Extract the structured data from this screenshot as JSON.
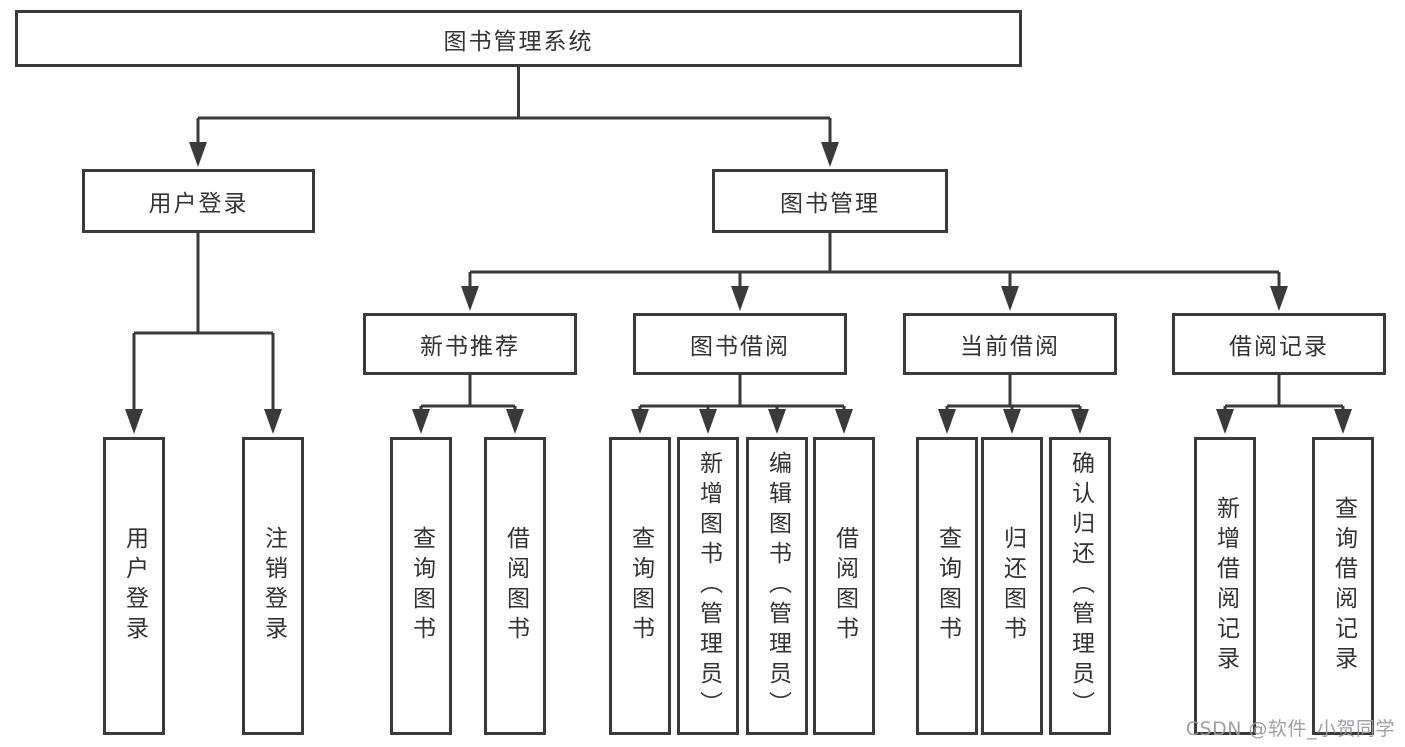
{
  "root": {
    "label": "图书管理系统"
  },
  "level2": [
    {
      "label": "用户登录"
    },
    {
      "label": "图书管理"
    }
  ],
  "level3": [
    {
      "label": "新书推荐"
    },
    {
      "label": "图书借阅"
    },
    {
      "label": "当前借阅"
    },
    {
      "label": "借阅记录"
    }
  ],
  "leaves": {
    "user_login": [
      {
        "label": "用户登录"
      },
      {
        "label": "注销登录"
      }
    ],
    "new_book_recommend": [
      {
        "label": "查询图书"
      },
      {
        "label": "借阅图书"
      }
    ],
    "book_borrowing": [
      {
        "label": "查询图书"
      },
      {
        "label": "新增图书（管理员）"
      },
      {
        "label": "编辑图书（管理员）"
      },
      {
        "label": "借阅图书"
      }
    ],
    "current_borrowing": [
      {
        "label": "查询图书"
      },
      {
        "label": "归还图书"
      },
      {
        "label": "确认归还（管理员）"
      }
    ],
    "borrow_records": [
      {
        "label": "新增借阅记录"
      },
      {
        "label": "查询借阅记录"
      }
    ]
  },
  "watermark": "CSDN @软件_小贺同学",
  "colors": {
    "line": "#3a3a3a",
    "text": "#333333",
    "background": "#ffffff",
    "watermark": "#9898a0"
  }
}
